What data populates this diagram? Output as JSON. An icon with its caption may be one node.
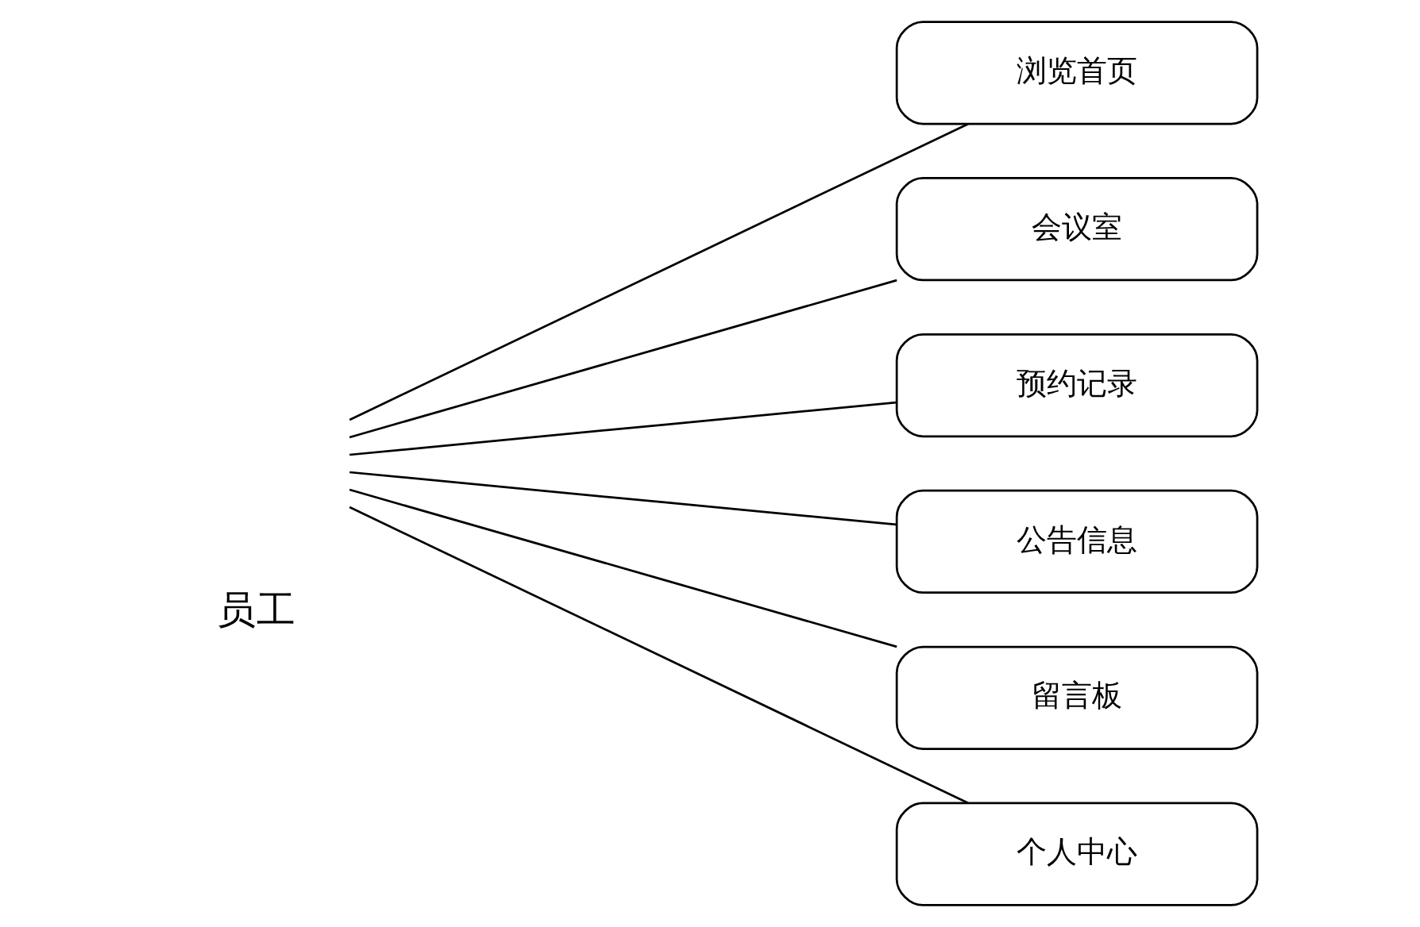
{
  "diagram": {
    "nodes": [
      {
        "text": [
          "员工"
        ]
      },
      {
        "text": [
          "浏览首页"
        ]
      },
      {
        "text": [
          "会议室"
        ]
      },
      {
        "text": [
          "预约记录"
        ]
      },
      {
        "text": [
          "公告信息"
        ]
      },
      {
        "text": [
          "留言板"
        ]
      },
      {
        "text": [
          "个人中心"
        ]
      }
    ],
    "edges": [
      {
        "from": 0,
        "to": 1,
        "arrow": "none"
      },
      {
        "from": 0,
        "to": 2,
        "arrow": "none"
      },
      {
        "from": 0,
        "to": 3,
        "arrow": "none"
      },
      {
        "from": 0,
        "to": 4,
        "arrow": "none"
      },
      {
        "from": 0,
        "to": 5,
        "arrow": "none"
      },
      {
        "from": 0,
        "to": 6,
        "arrow": "none"
      }
    ]
  }
}
